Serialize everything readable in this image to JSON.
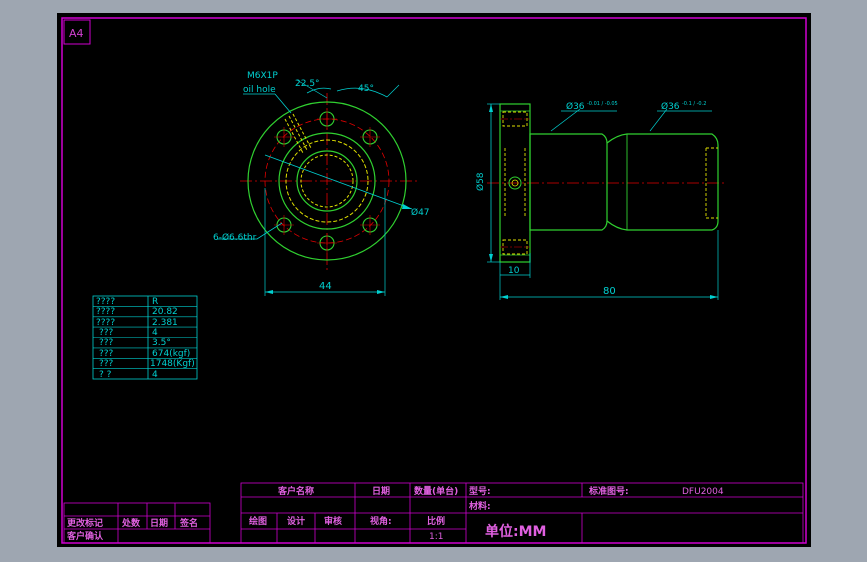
{
  "sheet": {
    "size_label": "A4"
  },
  "front_view": {
    "thread_callout": "M6X1P",
    "oil_hole_callout": "oil hole",
    "angle_a": "22.5°",
    "angle_b": "45°",
    "bolt_circle_dia": "Ø47",
    "mount_holes": "6-Ø6.6thr",
    "width_dim": "44"
  },
  "side_view": {
    "flange_dia": "Ø58",
    "body_dia_1": "Ø36",
    "body_tol_1": "-0.01 / -0.05",
    "body_dia_2": "Ø36",
    "body_tol_2": "-0.1 / -0.2",
    "flange_thickness": "10",
    "total_length": "80"
  },
  "spec_table": [
    [
      "????",
      "R"
    ],
    [
      "????",
      "20.82"
    ],
    [
      "????",
      "2.381"
    ],
    [
      "???",
      "4"
    ],
    [
      "???",
      "3.5°"
    ],
    [
      "???",
      "674(kgf)"
    ],
    [
      "???",
      "1748(Kgf)"
    ],
    [
      "?  ?",
      "4"
    ]
  ],
  "title_block": {
    "customer_name": "客户名称",
    "date": "日期",
    "quantity": "数量(单台)",
    "model": "型号:",
    "spec_drawing": "标准图号:",
    "drawing_no": "DFU2004",
    "material": "材料:",
    "draw": "绘图",
    "design": "设计",
    "review": "审核",
    "view_angle": "视角:",
    "scale_label": "比例",
    "scale_value": "1:1",
    "unit": "单位:MM"
  },
  "revision_block": {
    "change_mark": "更改标记",
    "location": "处数",
    "date": "日期",
    "signature": "签名",
    "customer_confirm": "客户确认"
  }
}
